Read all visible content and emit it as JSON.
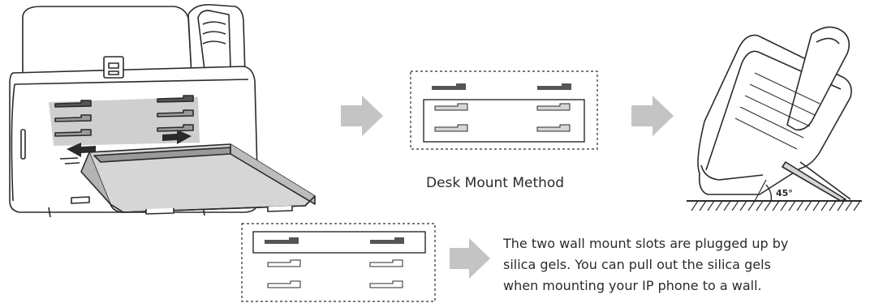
{
  "desk_mount": {
    "caption": "Desk Mount Method",
    "angle_label": "45°"
  },
  "wall_mount": {
    "caption_lines": [
      "The two wall mount slots are plugged up by",
      "silica gels. You can pull out the silica gels",
      "when mounting your IP phone to a wall."
    ]
  },
  "colors": {
    "line": "#2a2a2a",
    "slot_dark": "#555555",
    "slot_mid": "#9a9a9a",
    "slot_light": "#d6d6d6",
    "arrow": "#c4c4c4",
    "shading": "#cfcfcf"
  }
}
